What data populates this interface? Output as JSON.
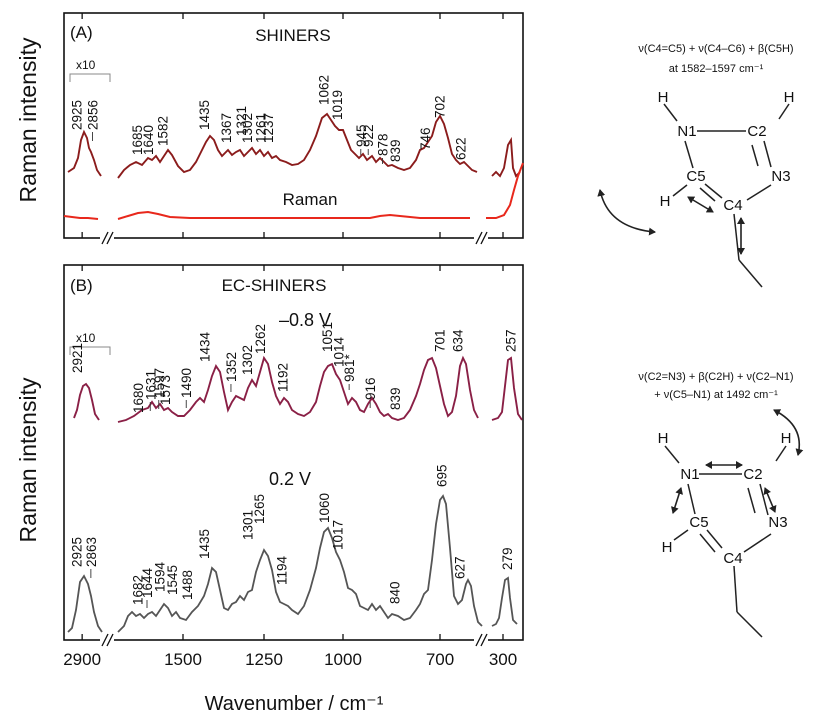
{
  "y_axis_label": "Raman intensity",
  "x_axis_label": "Wavenumber / cm⁻¹",
  "chart_data": [
    {
      "type": "line",
      "panel_label": "(A)",
      "title": "SHINERS",
      "scale_note": "x10",
      "x_ticks": [
        2900,
        1500,
        1250,
        1000,
        700,
        300
      ],
      "series": [
        {
          "name": "SHINERS",
          "color": "#8b1c1c",
          "peaks": [
            2925,
            2856,
            1685,
            1640,
            1582,
            1435,
            1367,
            1321,
            1302,
            1261,
            1237,
            1062,
            1019,
            945,
            922,
            878,
            839,
            746,
            702,
            622
          ]
        },
        {
          "name": "Raman",
          "color": "#e8281c"
        }
      ]
    },
    {
      "type": "line",
      "panel_label": "(B)",
      "title": "EC-SHINERS",
      "scale_note": "x10",
      "x_ticks": [
        2900,
        1500,
        1250,
        1000,
        700,
        300
      ],
      "series": [
        {
          "name": "–0.8 V",
          "color": "#8a2046",
          "peaks": [
            2921,
            1680,
            1631,
            1597,
            1573,
            1490,
            1434,
            1352,
            1302,
            1262,
            1192,
            1051,
            1014,
            "981*",
            916,
            839,
            701,
            634,
            257
          ]
        },
        {
          "name": "0.2 V",
          "color": "#555555",
          "peaks": [
            2925,
            2863,
            1682,
            1644,
            1594,
            1545,
            1488,
            1435,
            1301,
            1265,
            1194,
            1060,
            1017,
            840,
            695,
            627,
            279
          ]
        }
      ]
    }
  ],
  "molecules": {
    "top": {
      "caption_line1": "ν(C4=C5) + ν(C4–C6) + β(C5H)",
      "caption_line2": "at 1582–1597 cm⁻¹",
      "atoms": {
        "h1": "H",
        "n1": "N1",
        "c2": "C2",
        "h2": "H",
        "c5": "C5",
        "n3": "N3",
        "h5": "H",
        "c4": "C4"
      }
    },
    "bottom": {
      "caption_line1": "ν(C2=N3) + β(C2H) + ν(C2–N1)",
      "caption_line2": "+ ν(C5–N1) at 1492 cm⁻¹",
      "atoms": {
        "h1": "H",
        "n1": "N1",
        "c2": "C2",
        "h2": "H",
        "c5": "C5",
        "n3": "N3",
        "h5": "H",
        "c4": "C4"
      }
    }
  }
}
